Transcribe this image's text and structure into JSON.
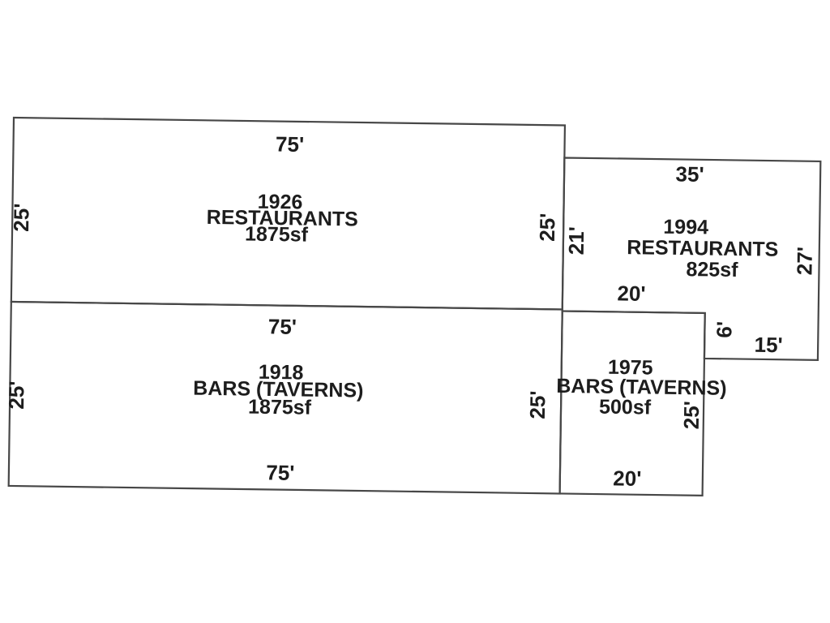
{
  "colors": {
    "background": "#ffffff",
    "line": "#474747",
    "text": "#1d1d1d"
  },
  "units": [
    {
      "number": "1926",
      "type": "RESTAURANTS",
      "area": "1875sf",
      "dims": {
        "top": "75'",
        "left": "25'",
        "right": "25'"
      }
    },
    {
      "number": "1994",
      "type": "RESTAURANTS",
      "area": "825sf",
      "dims": {
        "top": "35'",
        "left": "21'",
        "right": "27'",
        "bottom_left": "20'",
        "notch": "6'",
        "bottom_right": "15'"
      }
    },
    {
      "number": "1918",
      "type": "BARS (TAVERNS)",
      "area": "1875sf",
      "dims": {
        "top": "75'",
        "left": "25'",
        "right": "25'",
        "bottom": "75'"
      }
    },
    {
      "number": "1975",
      "type": "BARS (TAVERNS)",
      "area": "500sf",
      "dims": {
        "right": "25'",
        "bottom": "20'"
      }
    }
  ]
}
